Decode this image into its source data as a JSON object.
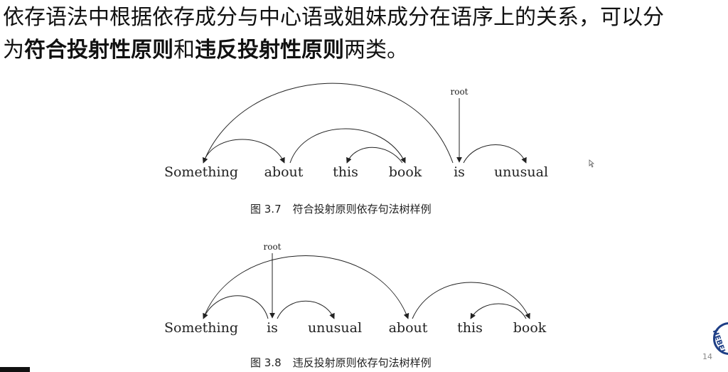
{
  "intro": {
    "line1": "依存语法中根据依存成分与中心语或姐妹成分在语序上的关系，可以分",
    "line2_prefix": "为",
    "bold1": "符合投射性原则",
    "conjunction": "和",
    "bold2": "违反投射性原则",
    "suffix": "两类。"
  },
  "figures": [
    {
      "root_label": "root",
      "words": [
        "Something",
        "about",
        "this",
        "book",
        "is",
        "unusual"
      ],
      "caption_number": "图 3.7",
      "caption_text": "符合投射原则依存句法树样例"
    },
    {
      "root_label": "root",
      "words": [
        "Something",
        "is",
        "unusual",
        "about",
        "this",
        "book"
      ],
      "caption_number": "图 3.8",
      "caption_text": "违反投射原则依存句法树样例"
    }
  ],
  "page_number": "14",
  "logo_text": "HEBEI"
}
